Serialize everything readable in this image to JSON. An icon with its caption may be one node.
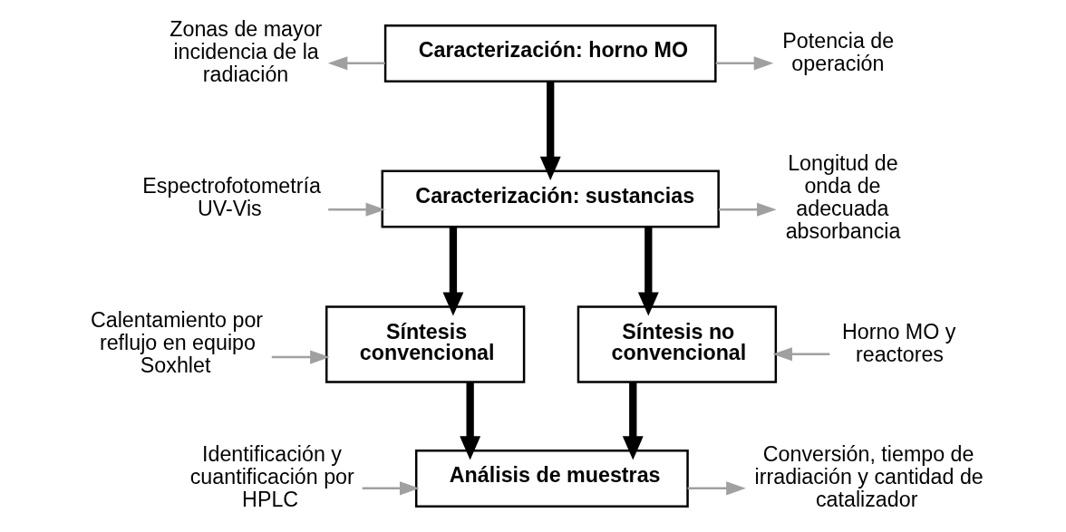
{
  "diagram": {
    "nodes": [
      {
        "text": [
          "Caracterización: horno MO"
        ]
      },
      {
        "text": [
          "Zonas de mayor incidencia de la radiación"
        ]
      },
      {
        "text": [
          "Potencia de operación"
        ]
      },
      {
        "text": [
          "Caracterización: sustancias"
        ]
      },
      {
        "text": [
          "Espectrofotometría UV-Vis"
        ]
      },
      {
        "text": [
          "Longitud de onda de adecuada absorbancia"
        ]
      },
      {
        "text": [
          "Síntesis convencional"
        ]
      },
      {
        "text": [
          "Síntesis no convencional"
        ]
      },
      {
        "text": [
          "Calentamiento por reflujo en equipo Soxhlet"
        ]
      },
      {
        "text": [
          "Horno MO y reactores"
        ]
      },
      {
        "text": [
          "Análisis de muestras"
        ]
      },
      {
        "text": [
          "Identificación y cuantificación por HPLC"
        ]
      },
      {
        "text": [
          "Conversión, tiempo de irradiación y cantidad de catalizador"
        ]
      }
    ],
    "edges": [
      {
        "from": 0,
        "to": 1,
        "arrow": "to"
      },
      {
        "from": 0,
        "to": 2,
        "arrow": "to"
      },
      {
        "from": 0,
        "to": 3,
        "arrow": "to",
        "style": "thick",
        "color": "#000000"
      },
      {
        "from": 4,
        "to": 3,
        "arrow": "to"
      },
      {
        "from": 3,
        "to": 5,
        "arrow": "to"
      },
      {
        "from": 3,
        "to": 6,
        "arrow": "to",
        "style": "thick",
        "color": "#000000"
      },
      {
        "from": 3,
        "to": 7,
        "arrow": "to",
        "style": "thick",
        "color": "#000000"
      },
      {
        "from": 8,
        "to": 6,
        "arrow": "to"
      },
      {
        "from": 9,
        "to": 7,
        "arrow": "to"
      },
      {
        "from": 6,
        "to": 10,
        "arrow": "to",
        "style": "thick",
        "color": "#000000"
      },
      {
        "from": 7,
        "to": 10,
        "arrow": "to",
        "style": "thick",
        "color": "#000000"
      },
      {
        "from": 11,
        "to": 10,
        "arrow": "to"
      },
      {
        "from": 10,
        "to": 12,
        "arrow": "to"
      }
    ]
  }
}
